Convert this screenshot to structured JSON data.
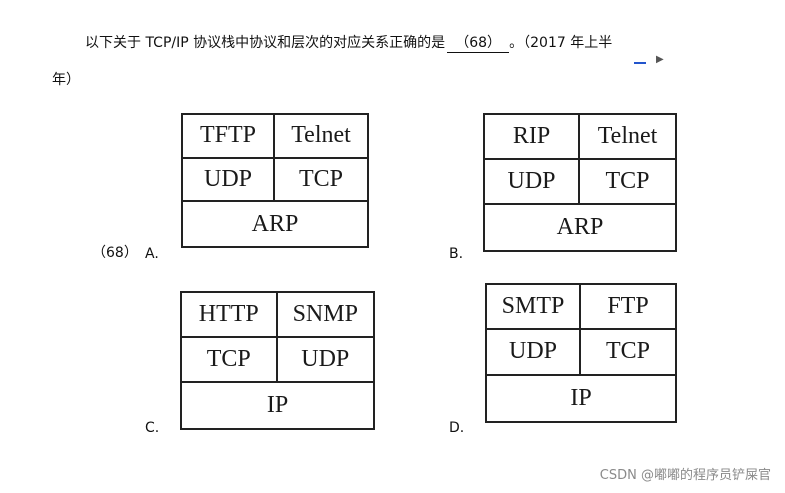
{
  "question": {
    "prefix": "以下关于 TCP/IP 协议栈中协议和层次的对应关系正确的是",
    "blank": "（68）",
    "suffix": "。（2017 年上半",
    "tail": "年）"
  },
  "labels": {
    "question_number": "（68）",
    "a": "A.",
    "b": "B.",
    "c": "C.",
    "d": "D."
  },
  "options": {
    "a": {
      "top_left": "TFTP",
      "top_right": "Telnet",
      "middle_left": "UDP",
      "middle_right": "TCP",
      "bottom": "ARP"
    },
    "b": {
      "top_left": "RIP",
      "top_right": "Telnet",
      "middle_left": "UDP",
      "middle_right": "TCP",
      "bottom": "ARP"
    },
    "c": {
      "top_left": "HTTP",
      "top_right": "SNMP",
      "middle_left": "TCP",
      "middle_right": "UDP",
      "bottom": "IP"
    },
    "d": {
      "top_left": "SMTP",
      "top_right": "FTP",
      "middle_left": "UDP",
      "middle_right": "TCP",
      "bottom": "IP"
    }
  },
  "watermark": "CSDN @嘟嘟的程序员铲屎官",
  "colors": {
    "text": "#111111",
    "border": "#222222",
    "cursor": "#2255cc",
    "watermark": "#8a8a8a"
  }
}
